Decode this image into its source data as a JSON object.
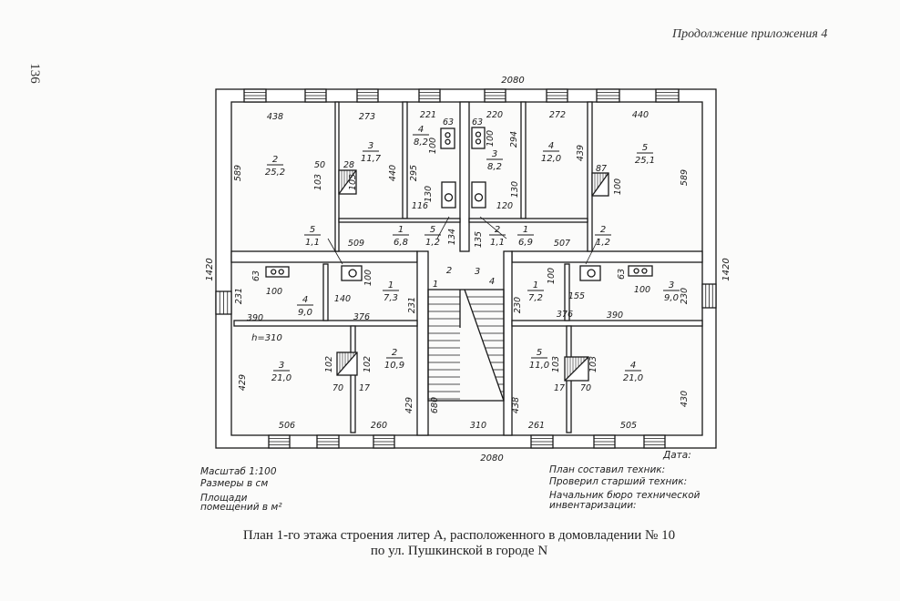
{
  "header": {
    "continuation": "Продолжение приложения 4",
    "page_number": "136"
  },
  "plan": {
    "overall": {
      "width_top": "2080",
      "width_bottom": "2080",
      "depth_left": "1420",
      "depth_right": "1420",
      "ceiling_height": "h=310"
    },
    "rooms": [
      {
        "number": "2",
        "area": "25,2"
      },
      {
        "number": "3",
        "area": "11,7"
      },
      {
        "number": "4",
        "area": "8,2"
      },
      {
        "number": "1",
        "area": "6,8"
      },
      {
        "number": "5",
        "area": "1,2"
      },
      {
        "number": "5",
        "area": "1,1"
      },
      {
        "number": "3",
        "area": "8,2"
      },
      {
        "number": "4",
        "area": "12,0"
      },
      {
        "number": "5",
        "area": "25,1"
      },
      {
        "number": "2",
        "area": "1,1"
      },
      {
        "number": "1",
        "area": "6,9"
      },
      {
        "number": "2",
        "area": "1,2"
      },
      {
        "number": "4",
        "area": "9,0"
      },
      {
        "number": "1",
        "area": "7,3"
      },
      {
        "number": "3",
        "area": "21,0"
      },
      {
        "number": "2",
        "area": "10,9"
      },
      {
        "number": "1",
        "area": "7,2"
      },
      {
        "number": "3",
        "area": "9,0"
      },
      {
        "number": "5",
        "area": "11,0"
      },
      {
        "number": "4",
        "area": "21,0"
      }
    ],
    "stair_marks": [
      "1",
      "2",
      "3",
      "4"
    ],
    "dimensions": [
      "438",
      "273",
      "221",
      "63",
      "100",
      "589",
      "50",
      "28",
      "103",
      "103",
      "440",
      "295",
      "130",
      "116",
      "509",
      "134",
      "220",
      "272",
      "440",
      "63",
      "100",
      "294",
      "130",
      "120",
      "439",
      "87",
      "100",
      "589",
      "135",
      "507",
      "63",
      "100",
      "231",
      "390",
      "140",
      "100",
      "231",
      "376",
      "102",
      "102",
      "70",
      "17",
      "429",
      "429",
      "506",
      "260",
      "680",
      "100",
      "63",
      "155",
      "100",
      "230",
      "376",
      "390",
      "230",
      "103",
      "103",
      "17",
      "70",
      "438",
      "430",
      "310",
      "261",
      "505"
    ]
  },
  "notes_left": [
    "Масштаб 1:100",
    "Размеры в см",
    "Площади",
    "помещений в м²"
  ],
  "notes_right": {
    "date": "Дата:",
    "lines": [
      "План составил техник:",
      "Проверил старший техник:",
      "Начальник бюро технической",
      "инвентаризации:"
    ]
  },
  "caption": {
    "line1": "План 1-го этажа строения литер А, расположенного  в  домовладении № 10",
    "line2": "по ул. Пушкинской в городе N"
  }
}
